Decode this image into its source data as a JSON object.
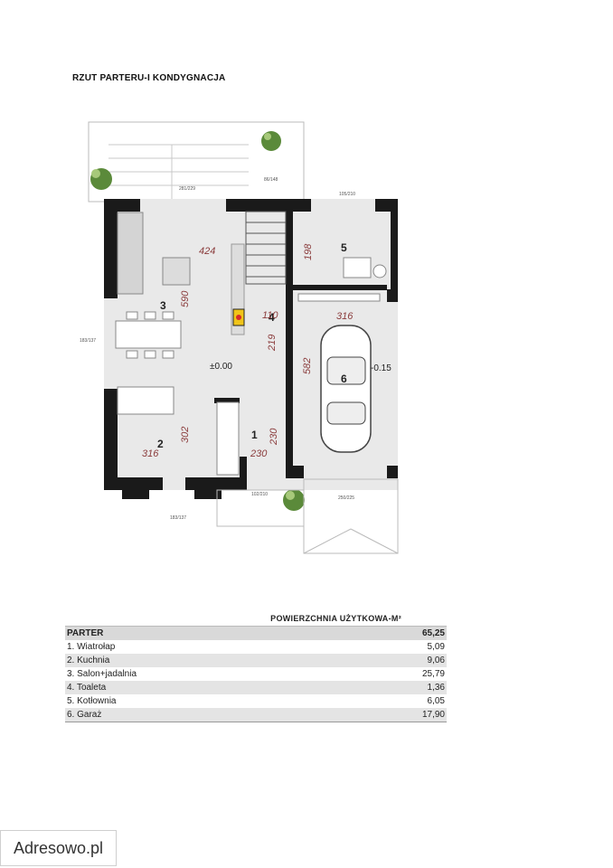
{
  "document": {
    "title": "RZUT PARTERU-I KONDYGNACJA"
  },
  "plan": {
    "rooms": [
      {
        "number": "1"
      },
      {
        "number": "2"
      },
      {
        "number": "3"
      },
      {
        "number": "4"
      },
      {
        "number": "5"
      },
      {
        "number": "6"
      }
    ],
    "dimensions": [
      "424",
      "590",
      "198",
      "316",
      "110",
      "219",
      "582",
      "302",
      "316",
      "230",
      "230"
    ],
    "levels": [
      "±0.00",
      "-0.15"
    ],
    "openings": [
      "281/229",
      "86/148",
      "105/210",
      "183/137",
      "102/210",
      "183/137",
      "250/225"
    ]
  },
  "area_table": {
    "header": "POWIERZCHNIA UŻYTKOWA-M²",
    "section": {
      "label": "PARTER",
      "value": "65,25"
    },
    "rows": [
      {
        "label": "1. Wiatrołap",
        "value": "5,09"
      },
      {
        "label": "2. Kuchnia",
        "value": "9,06"
      },
      {
        "label": "3. Salon+jadalnia",
        "value": "25,79"
      },
      {
        "label": "4. Toaleta",
        "value": "1,36"
      },
      {
        "label": "5. Kotłownia",
        "value": "6,05"
      },
      {
        "label": "6. Garaż",
        "value": "17,90"
      }
    ]
  },
  "watermark": "Adresowo.pl"
}
